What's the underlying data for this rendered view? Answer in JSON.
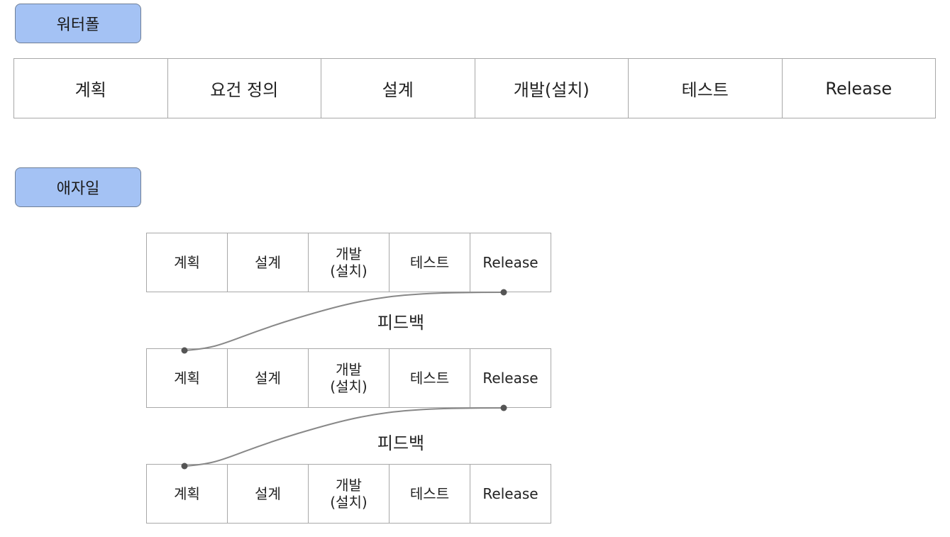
{
  "waterfall": {
    "tag": "워터폴",
    "phases": [
      "계획",
      "요건 정의",
      "설계",
      "개발(설치)",
      "테스트",
      "Release"
    ]
  },
  "agile": {
    "tag": "애자일",
    "iterations": [
      {
        "phases": [
          "계획",
          "설계",
          "개발\n(설치)",
          "테스트",
          "Release"
        ]
      },
      {
        "phases": [
          "계획",
          "설계",
          "개발\n(설치)",
          "테스트",
          "Release"
        ]
      },
      {
        "phases": [
          "계획",
          "설계",
          "개발\n(설치)",
          "테스트",
          "Release"
        ]
      }
    ],
    "feedback_labels": [
      "피드백",
      "피드백"
    ]
  },
  "colors": {
    "tag_fill": "#a4c2f4",
    "border": "#a8a8a8",
    "connector": "#888888",
    "dot": "#555555"
  }
}
